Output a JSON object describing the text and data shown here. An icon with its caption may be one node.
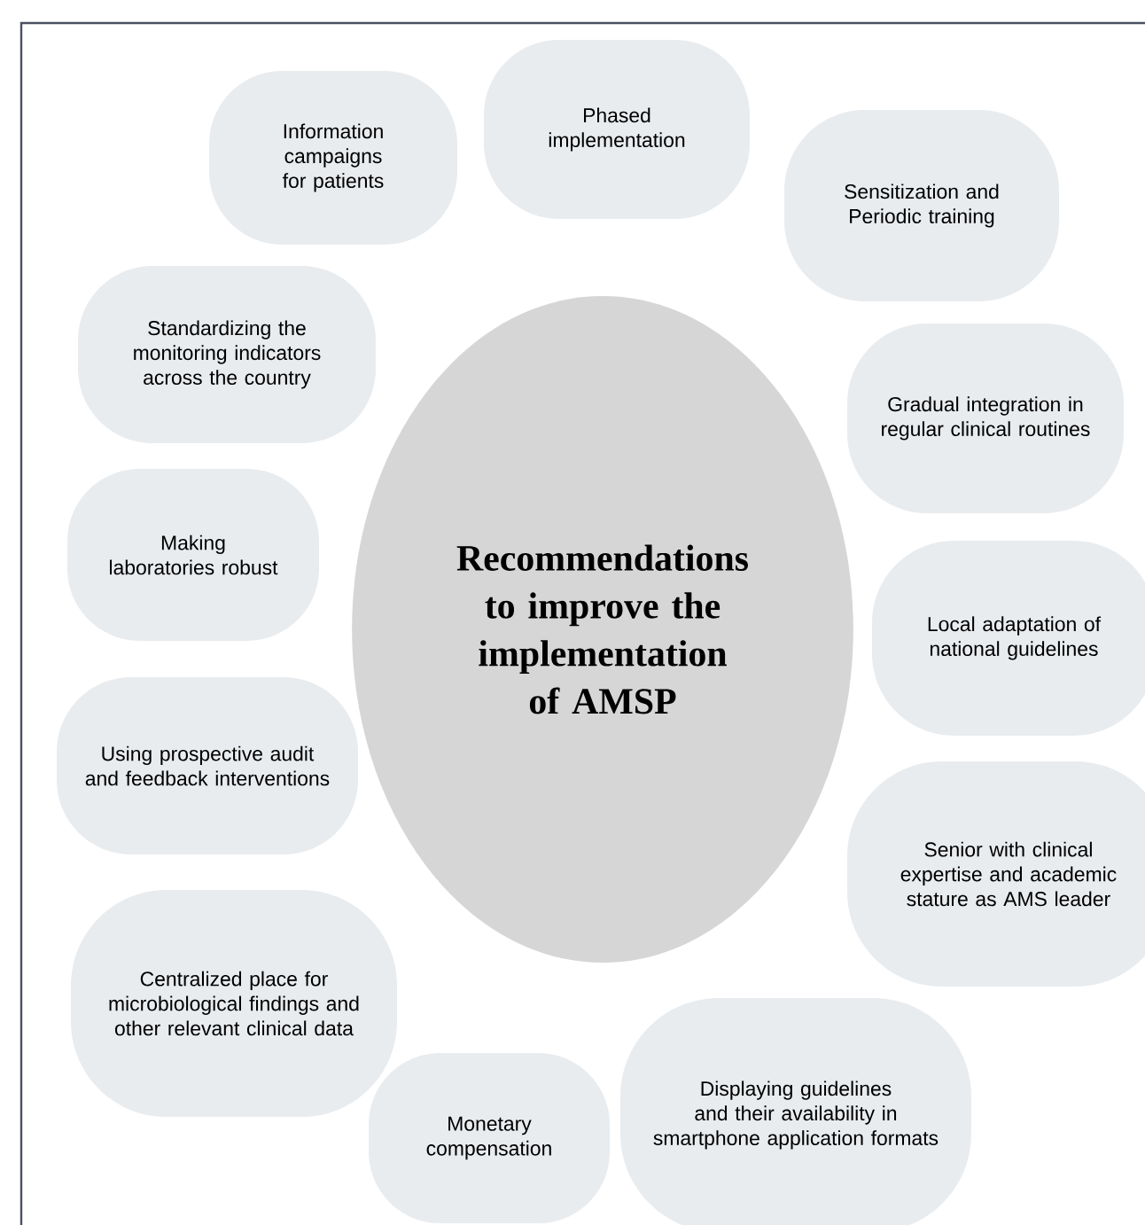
{
  "diagram": {
    "nodes": [
      {
        "text": [
          "Recommendations to improve the implementation of AMSP"
        ]
      },
      {
        "text": [
          "Phased implementation"
        ]
      },
      {
        "text": [
          "Information campaigns for patients"
        ]
      },
      {
        "text": [
          "Sensitization and Periodic training"
        ]
      },
      {
        "text": [
          "Standardizing the monitoring indicators across the country"
        ]
      },
      {
        "text": [
          "Gradual integration in regular clinical routines"
        ]
      },
      {
        "text": [
          "Making laboratories robust"
        ]
      },
      {
        "text": [
          "Local adaptation of national guidelines"
        ]
      },
      {
        "text": [
          "Using prospective audit and feedback interventions"
        ]
      },
      {
        "text": [
          "Senior with clinical expertise and academic stature as AMS leader"
        ]
      },
      {
        "text": [
          "Centralized place for microbiological findings and other relevant clinical data"
        ]
      },
      {
        "text": [
          "Monetary compensation"
        ]
      },
      {
        "text": [
          "Displaying guidelines and their availability in smartphone application formats"
        ]
      }
    ]
  }
}
